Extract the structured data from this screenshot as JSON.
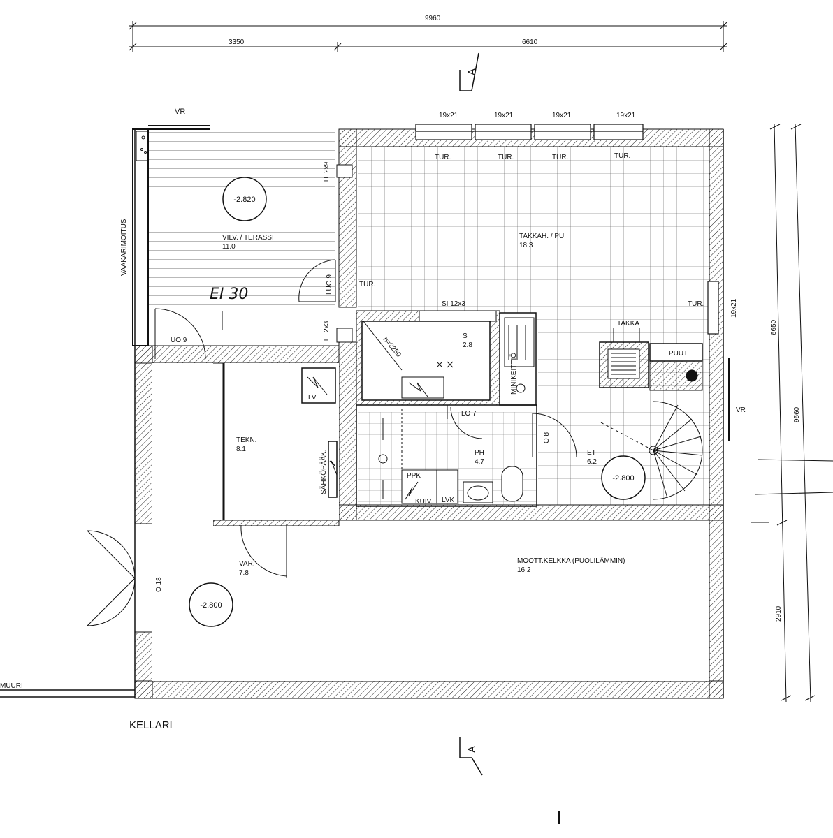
{
  "plan_title": "KELLARI",
  "dimensions": {
    "top_total": "9960",
    "top_left": "3350",
    "top_right": "6610",
    "right_upper": "6650",
    "right_total": "9560",
    "right_lower": "2910"
  },
  "section_marker": "A",
  "rooms": {
    "terrace_name": "VILV. / TERASSI",
    "terrace_area": "11.0",
    "fireplace_room_name": "TAKKAH. / PU",
    "fireplace_room_area": "18.3",
    "sauna_name": "S",
    "sauna_area": "2.8",
    "wash_room_name": "PH",
    "wash_room_area": "4.7",
    "hall_name": "ET",
    "hall_area": "6.2",
    "technical_room_name": "TEKN.",
    "technical_room_area": "8.1",
    "storage_name": "VAR.",
    "storage_area": "7.8",
    "garage_name": "MOOTT.KELKKA (PUOLILÄMMIN)",
    "garage_area": "16.2"
  },
  "levels": {
    "terrace_level": "-2.820",
    "hall_level": "-2.800",
    "storage_level": "-2.800"
  },
  "labels": {
    "window_size": "19x21",
    "window_tur": "TUR.",
    "vr": "VR",
    "vaakarimoitus": "VAAKARIMOITUS",
    "tl_2x9": "TL 2x9",
    "tl_2x3": "TL 2x3",
    "luo_9": "LUO 9",
    "uo_9": "UO 9",
    "si_12x3": "SI 12x3",
    "lo_7": "LO 7",
    "o_8": "O 8",
    "o_18": "O 18",
    "takka": "TAKKA",
    "puut": "PUUT",
    "minikeittio": "MINIKEITTIÖ",
    "lv": "LV",
    "sahkopaak": "SÄHKÖPÄÄK.",
    "ppk": "PPK",
    "kuiv": "KUIV.",
    "lvk": "LVK",
    "h_2250": "h=2250",
    "muuri": "MUURI",
    "handwritten": "EI 30"
  }
}
